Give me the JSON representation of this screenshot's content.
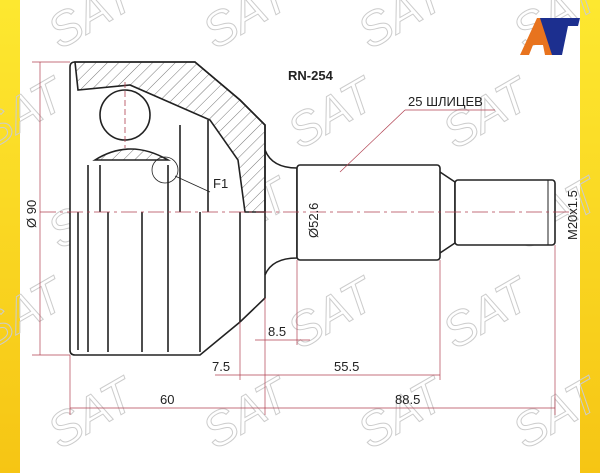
{
  "part_number": "RN-254",
  "spline_label": "25 ШЛИЦЕВ",
  "watermark": "SAT",
  "logo": "AT",
  "colors": {
    "band": "#fbd91f",
    "logo_orange": "#e8731e",
    "logo_blue": "#1c2f8f",
    "centerline": "#b04050"
  },
  "labels": {
    "f1": "F1",
    "outer_diameter": "Ø 90",
    "shaft_diameter": "Ø52.6",
    "thread": "M20x1.5",
    "dim_8_5": "8.5",
    "dim_7_5": "7.5",
    "dim_55_5": "55.5",
    "dim_60": "60",
    "dim_88_5": "88.5"
  }
}
